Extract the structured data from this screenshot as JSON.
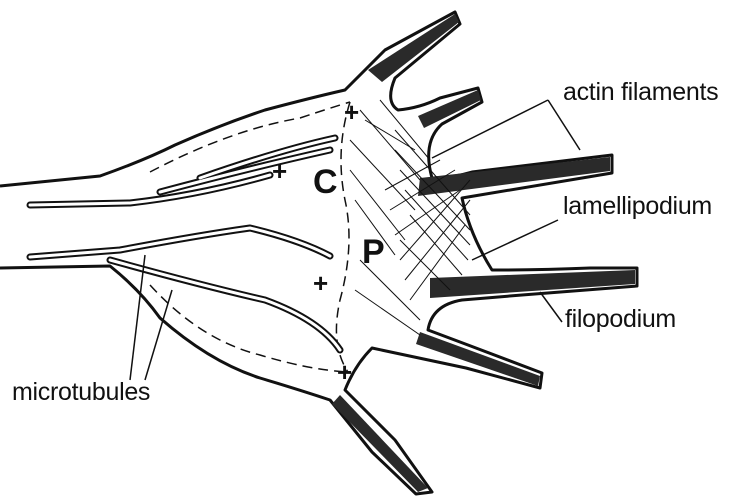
{
  "labels": {
    "actin_filaments": "actin filaments",
    "lamellipodium": "lamellipodium",
    "filopodium": "filopodium",
    "microtubules": "microtubules"
  },
  "regions": {
    "c": "C",
    "p": "P"
  },
  "plus_sign": "+",
  "colors": {
    "ink": "#111111",
    "background": "#ffffff"
  }
}
